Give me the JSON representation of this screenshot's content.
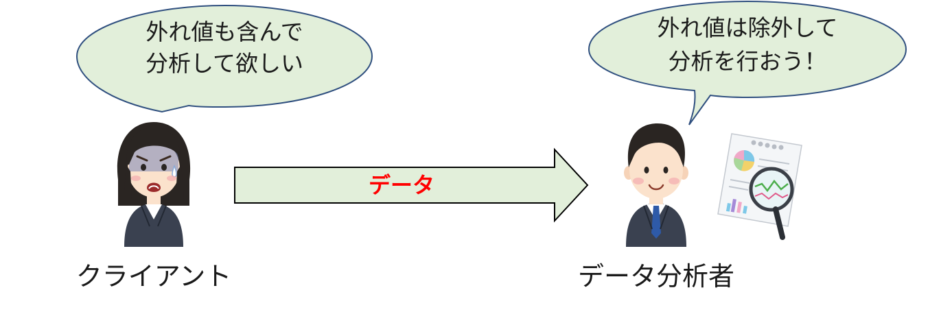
{
  "client": {
    "speech_line1": "外れ値も含んで",
    "speech_line2": "分析して欲しい",
    "caption": "クライアント"
  },
  "arrow": {
    "label": "データ"
  },
  "analyst": {
    "speech_line1": "外れ値は除外して",
    "speech_line2": "分析を行おう！",
    "caption": "データ分析者"
  },
  "colors": {
    "bubble_fill": "#e2efda",
    "bubble_stroke": "#2f4f7f",
    "arrow_fill": "#e2efda",
    "arrow_stroke": "#000000",
    "arrow_label": "#ff0000",
    "suit": "#3a4150",
    "hair": "#2a2522",
    "skin": "#fbe2cc",
    "tie": "#2e5aa8"
  },
  "icons": {
    "client_figure": "worried-businesswoman-icon",
    "analyst_figure": "smiling-businessman-icon",
    "report": "report-with-magnifier-icon"
  }
}
